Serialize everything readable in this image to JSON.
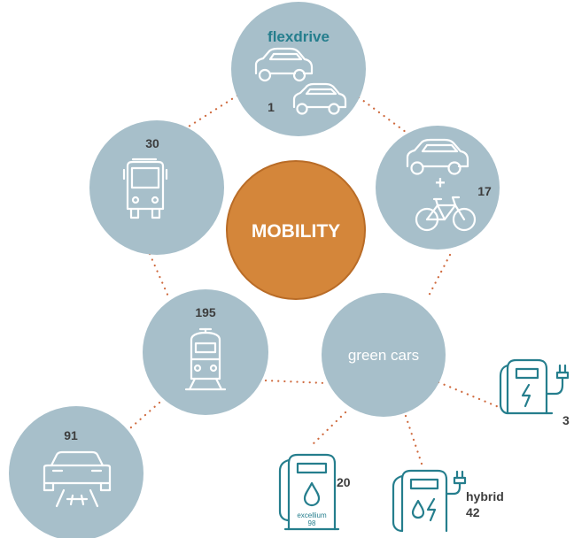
{
  "colors": {
    "circle": "#a7bfca",
    "center": "#d4863a",
    "center_stroke": "#b96c27",
    "teal": "#257e8d",
    "dots": "#cf6a3e",
    "number_text": "#3d3d3d",
    "white": "#ffffff"
  },
  "center": {
    "label": "MOBILITY"
  },
  "nodes": {
    "flexdrive": {
      "title": "flexdrive",
      "count": "1",
      "icons": [
        "car-icon",
        "car-icon"
      ]
    },
    "car_bike": {
      "count": "17",
      "plus": "+",
      "icons": [
        "car-icon",
        "bicycle-icon"
      ]
    },
    "bus": {
      "count": "30",
      "icons": [
        "bus-icon"
      ]
    },
    "train": {
      "count": "195",
      "icons": [
        "train-icon"
      ]
    },
    "green_cars": {
      "title": "green cars"
    },
    "car_road": {
      "count": "91",
      "icons": [
        "car-on-road-icon"
      ]
    }
  },
  "pumps": {
    "electric": {
      "count": "3",
      "icons": [
        "electric-charger-icon"
      ]
    },
    "fuel": {
      "count": "20",
      "label_line1": "excellium",
      "label_line2": "98",
      "icons": [
        "fuel-pump-icon"
      ]
    },
    "hybrid": {
      "label": "hybrid",
      "count": "42",
      "icons": [
        "hybrid-pump-icon"
      ]
    }
  }
}
